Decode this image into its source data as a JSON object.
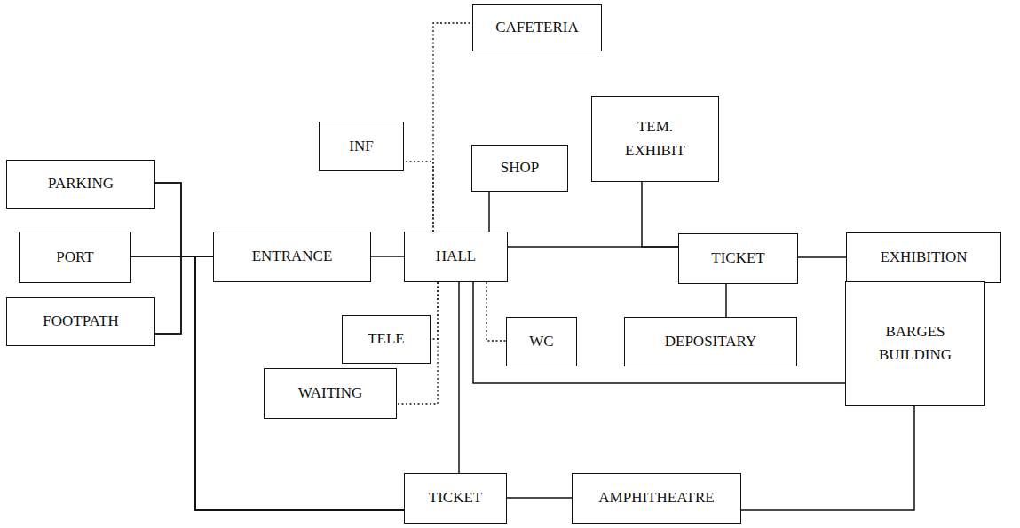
{
  "diagram": {
    "nodes": [
      {
        "text": [
          "CAFETERIA"
        ]
      },
      {
        "text": [
          "TEM. EXHIBIT"
        ]
      },
      {
        "text": [
          "INF"
        ]
      },
      {
        "text": [
          "SHOP"
        ]
      },
      {
        "text": [
          "PARKING"
        ]
      },
      {
        "text": [
          "PORT"
        ]
      },
      {
        "text": [
          "ENTRANCE"
        ]
      },
      {
        "text": [
          "HALL"
        ]
      },
      {
        "text": [
          "TICKET"
        ]
      },
      {
        "text": [
          "EXHIBITION"
        ]
      },
      {
        "text": [
          "FOOTPATH"
        ]
      },
      {
        "text": [
          "TELE"
        ]
      },
      {
        "text": [
          "WC"
        ]
      },
      {
        "text": [
          "DEPOSITARY"
        ]
      },
      {
        "text": [
          "WAITING"
        ]
      },
      {
        "text": [
          "BARGES BUILDING"
        ]
      },
      {
        "text": [
          "TICKET"
        ]
      },
      {
        "text": [
          "AMPHITHEATRE"
        ]
      }
    ],
    "edges": [
      {
        "from": 4,
        "to": 6,
        "arrow": "none"
      },
      {
        "from": 5,
        "to": 6,
        "arrow": "none"
      },
      {
        "from": 10,
        "to": 6,
        "arrow": "none"
      },
      {
        "from": 4,
        "to": 16,
        "arrow": "none"
      },
      {
        "from": 5,
        "to": 16,
        "arrow": "none"
      },
      {
        "from": 10,
        "to": 16,
        "arrow": "none"
      },
      {
        "from": 6,
        "to": 7,
        "arrow": "none"
      },
      {
        "from": 7,
        "to": 0,
        "arrow": "none"
      },
      {
        "from": 7,
        "to": 2,
        "arrow": "none"
      },
      {
        "from": 3,
        "to": 7,
        "arrow": "none"
      },
      {
        "from": 7,
        "to": 8,
        "arrow": "none"
      },
      {
        "from": 1,
        "to": 8,
        "arrow": "none"
      },
      {
        "from": 8,
        "to": 9,
        "arrow": "none"
      },
      {
        "from": 8,
        "to": 13,
        "arrow": "none"
      },
      {
        "from": 7,
        "to": 12,
        "arrow": "none"
      },
      {
        "from": 7,
        "to": 11,
        "arrow": "none"
      },
      {
        "from": 7,
        "to": 14,
        "arrow": "none"
      },
      {
        "from": 7,
        "to": 15,
        "arrow": "none"
      },
      {
        "from": 7,
        "to": 16,
        "arrow": "none"
      },
      {
        "from": 16,
        "to": 17,
        "arrow": "none"
      },
      {
        "from": 17,
        "to": 15,
        "arrow": "none"
      }
    ]
  }
}
